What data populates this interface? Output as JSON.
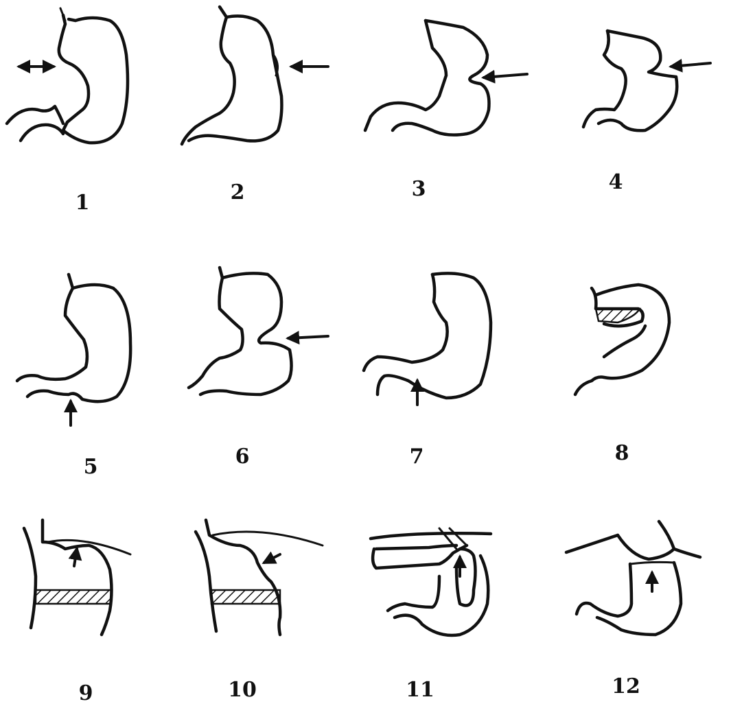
{
  "figure": {
    "panels": [
      {
        "id": 1,
        "label": "1"
      },
      {
        "id": 2,
        "label": "2"
      },
      {
        "id": 3,
        "label": "3"
      },
      {
        "id": 4,
        "label": "4"
      },
      {
        "id": 5,
        "label": "5"
      },
      {
        "id": 6,
        "label": "6"
      },
      {
        "id": 7,
        "label": "7"
      },
      {
        "id": 8,
        "label": "8"
      },
      {
        "id": 9,
        "label": "9"
      },
      {
        "id": 10,
        "label": "10"
      },
      {
        "id": 11,
        "label": "11"
      },
      {
        "id": 12,
        "label": "12"
      }
    ]
  },
  "colors": {
    "ink": "#111111",
    "background": "#ffffff"
  }
}
